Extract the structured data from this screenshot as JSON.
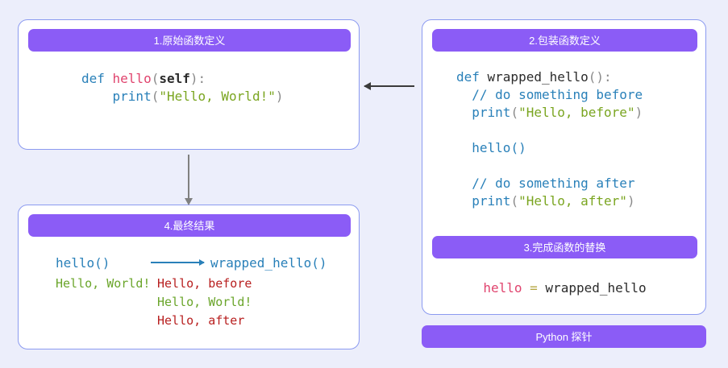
{
  "theme": {
    "background": "#eceefb",
    "card_bg": "#ffffff",
    "card_border": "#8b9af0",
    "bar_purple": "#8b5cf6",
    "bar_text": "#ffffff",
    "keyword_blue": "#2980b9",
    "function_pink": "#e0446e",
    "string_green": "#7aa520",
    "output_green": "#6aa52a",
    "output_red": "#b82020",
    "arrow_dark": "#3a3a3a",
    "arrow_gray": "#808080"
  },
  "steps": {
    "original": {
      "title": "1.原始函数定义",
      "code": [
        [
          {
            "t": "def ",
            "c": "kw"
          },
          {
            "t": "hello",
            "c": "fn"
          },
          {
            "t": "(",
            "c": "punc"
          },
          {
            "t": "self",
            "c": "arg"
          },
          {
            "t": "):",
            "c": "punc"
          }
        ],
        [
          {
            "t": "    ",
            "c": "plain"
          },
          {
            "t": "print",
            "c": "kw"
          },
          {
            "t": "(",
            "c": "punc"
          },
          {
            "t": "\"Hello, World!\"",
            "c": "str"
          },
          {
            "t": ")",
            "c": "punc"
          }
        ]
      ]
    },
    "wrapper": {
      "title": "2.包装函数定义",
      "code": [
        [
          {
            "t": "def ",
            "c": "kw"
          },
          {
            "t": "wrapped_hello",
            "c": "plain"
          },
          {
            "t": "():",
            "c": "punc"
          }
        ],
        [
          {
            "t": "  // do something before",
            "c": "kw"
          }
        ],
        [
          {
            "t": "  ",
            "c": "plain"
          },
          {
            "t": "print",
            "c": "kw"
          },
          {
            "t": "(",
            "c": "punc"
          },
          {
            "t": "\"Hello, before\"",
            "c": "str"
          },
          {
            "t": ")",
            "c": "punc"
          }
        ],
        [
          {
            "t": " ",
            "c": "plain"
          }
        ],
        [
          {
            "t": "  ",
            "c": "plain"
          },
          {
            "t": "hello",
            "c": "kw"
          },
          {
            "t": "()",
            "c": "kw"
          }
        ],
        [
          {
            "t": " ",
            "c": "plain"
          }
        ],
        [
          {
            "t": "  // do something after",
            "c": "kw"
          }
        ],
        [
          {
            "t": "  ",
            "c": "plain"
          },
          {
            "t": "print",
            "c": "kw"
          },
          {
            "t": "(",
            "c": "punc"
          },
          {
            "t": "\"Hello, after\"",
            "c": "str"
          },
          {
            "t": ")",
            "c": "punc"
          }
        ]
      ]
    },
    "replace": {
      "title": "3.完成函数的替换",
      "code": [
        [
          {
            "t": "hello",
            "c": "fn"
          },
          {
            "t": " = ",
            "c": "op"
          },
          {
            "t": "wrapped_hello",
            "c": "plain"
          }
        ]
      ]
    },
    "result": {
      "title": "4.最终结果",
      "call_before": "hello()",
      "call_after": "wrapped_hello()",
      "output_left": [
        {
          "t": "Hello, World!",
          "c": "green"
        }
      ],
      "output_right": [
        {
          "t": "Hello, before",
          "c": "red"
        },
        {
          "t": "Hello, World!",
          "c": "green"
        },
        {
          "t": "Hello, after",
          "c": "red"
        }
      ]
    }
  },
  "footer": {
    "label": "Python 探针"
  }
}
